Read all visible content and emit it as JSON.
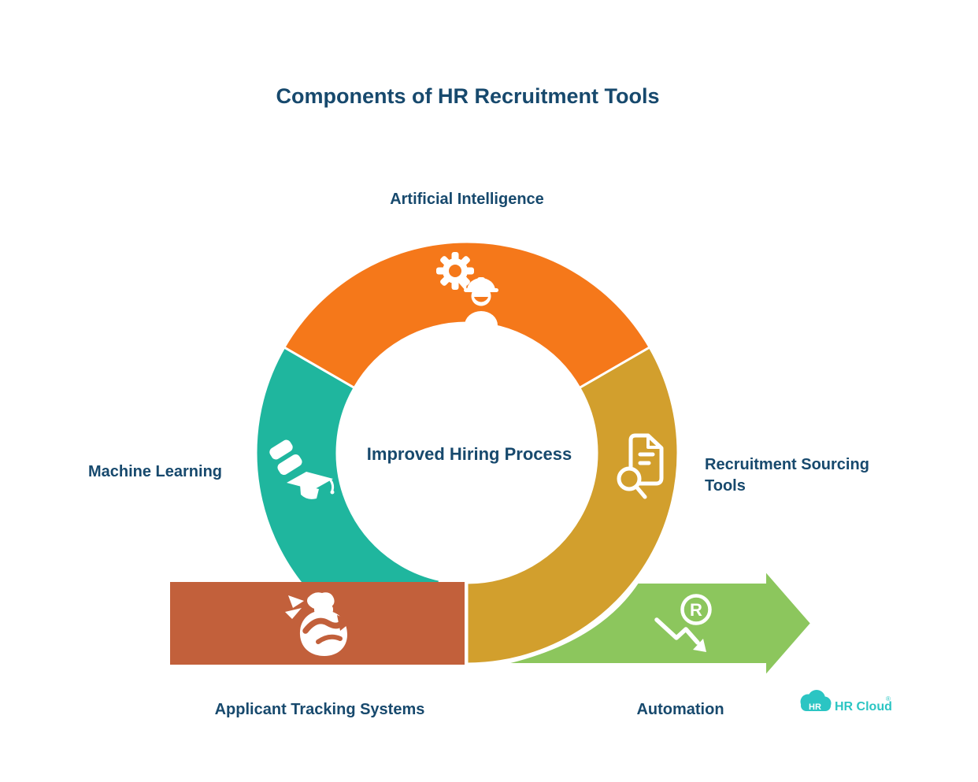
{
  "title": "Components of HR Recruitment Tools",
  "diagram": {
    "center_label": "Improved Hiring Process",
    "segments": [
      {
        "label": "Artificial Intelligence",
        "color": "#F5781A",
        "icon": "gear-engineer-icon"
      },
      {
        "label": "Machine Learning",
        "color": "#1FB69E",
        "icon": "graduation-cap-icon"
      },
      {
        "label": "Recruitment Sourcing Tools",
        "color": "#D29F2D",
        "icon": "document-search-icon"
      },
      {
        "label": "Applicant Tracking Systems",
        "color": "#C2603B",
        "icon": "money-bag-icon"
      },
      {
        "label": "Automation",
        "color": "#8CC65D",
        "icon": "r-badge-trend-arrow-icon"
      }
    ],
    "icons": {
      "automation_letter": "R"
    }
  },
  "logo": {
    "badge_text": "HR",
    "brand_text": "HR Cloud",
    "registered_mark": "®",
    "color": "#2BC5C3"
  },
  "colors": {
    "text": "#17496D",
    "background": "#FFFFFF",
    "separator": "#FFFFFF"
  }
}
